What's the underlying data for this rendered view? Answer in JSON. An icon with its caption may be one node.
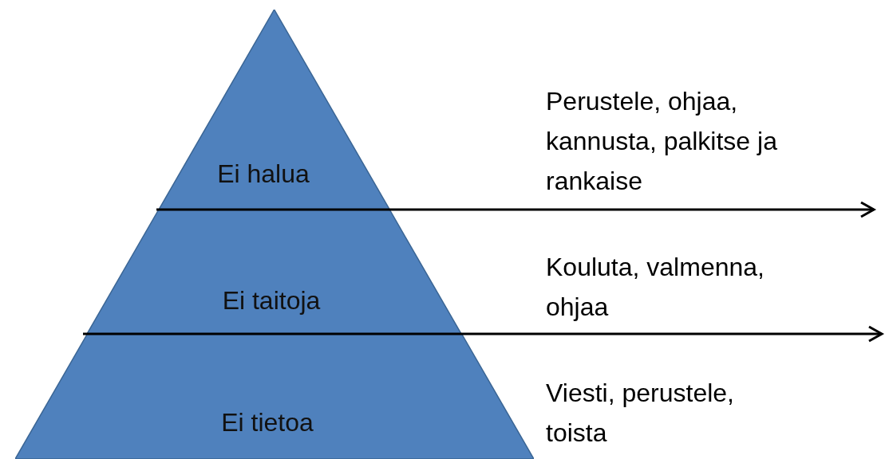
{
  "diagram": {
    "nodes": [
      {
        "text": [
          "Ei halua"
        ]
      },
      {
        "text": [
          "Ei taitoja"
        ]
      },
      {
        "text": [
          "Ei tietoa"
        ]
      }
    ],
    "labels": [
      "Perustele, ohjaa, kannusta, palkitse ja rankaise",
      "Kouluta, valmenna, ohjaa",
      "Viesti, perustele, toista"
    ]
  }
}
